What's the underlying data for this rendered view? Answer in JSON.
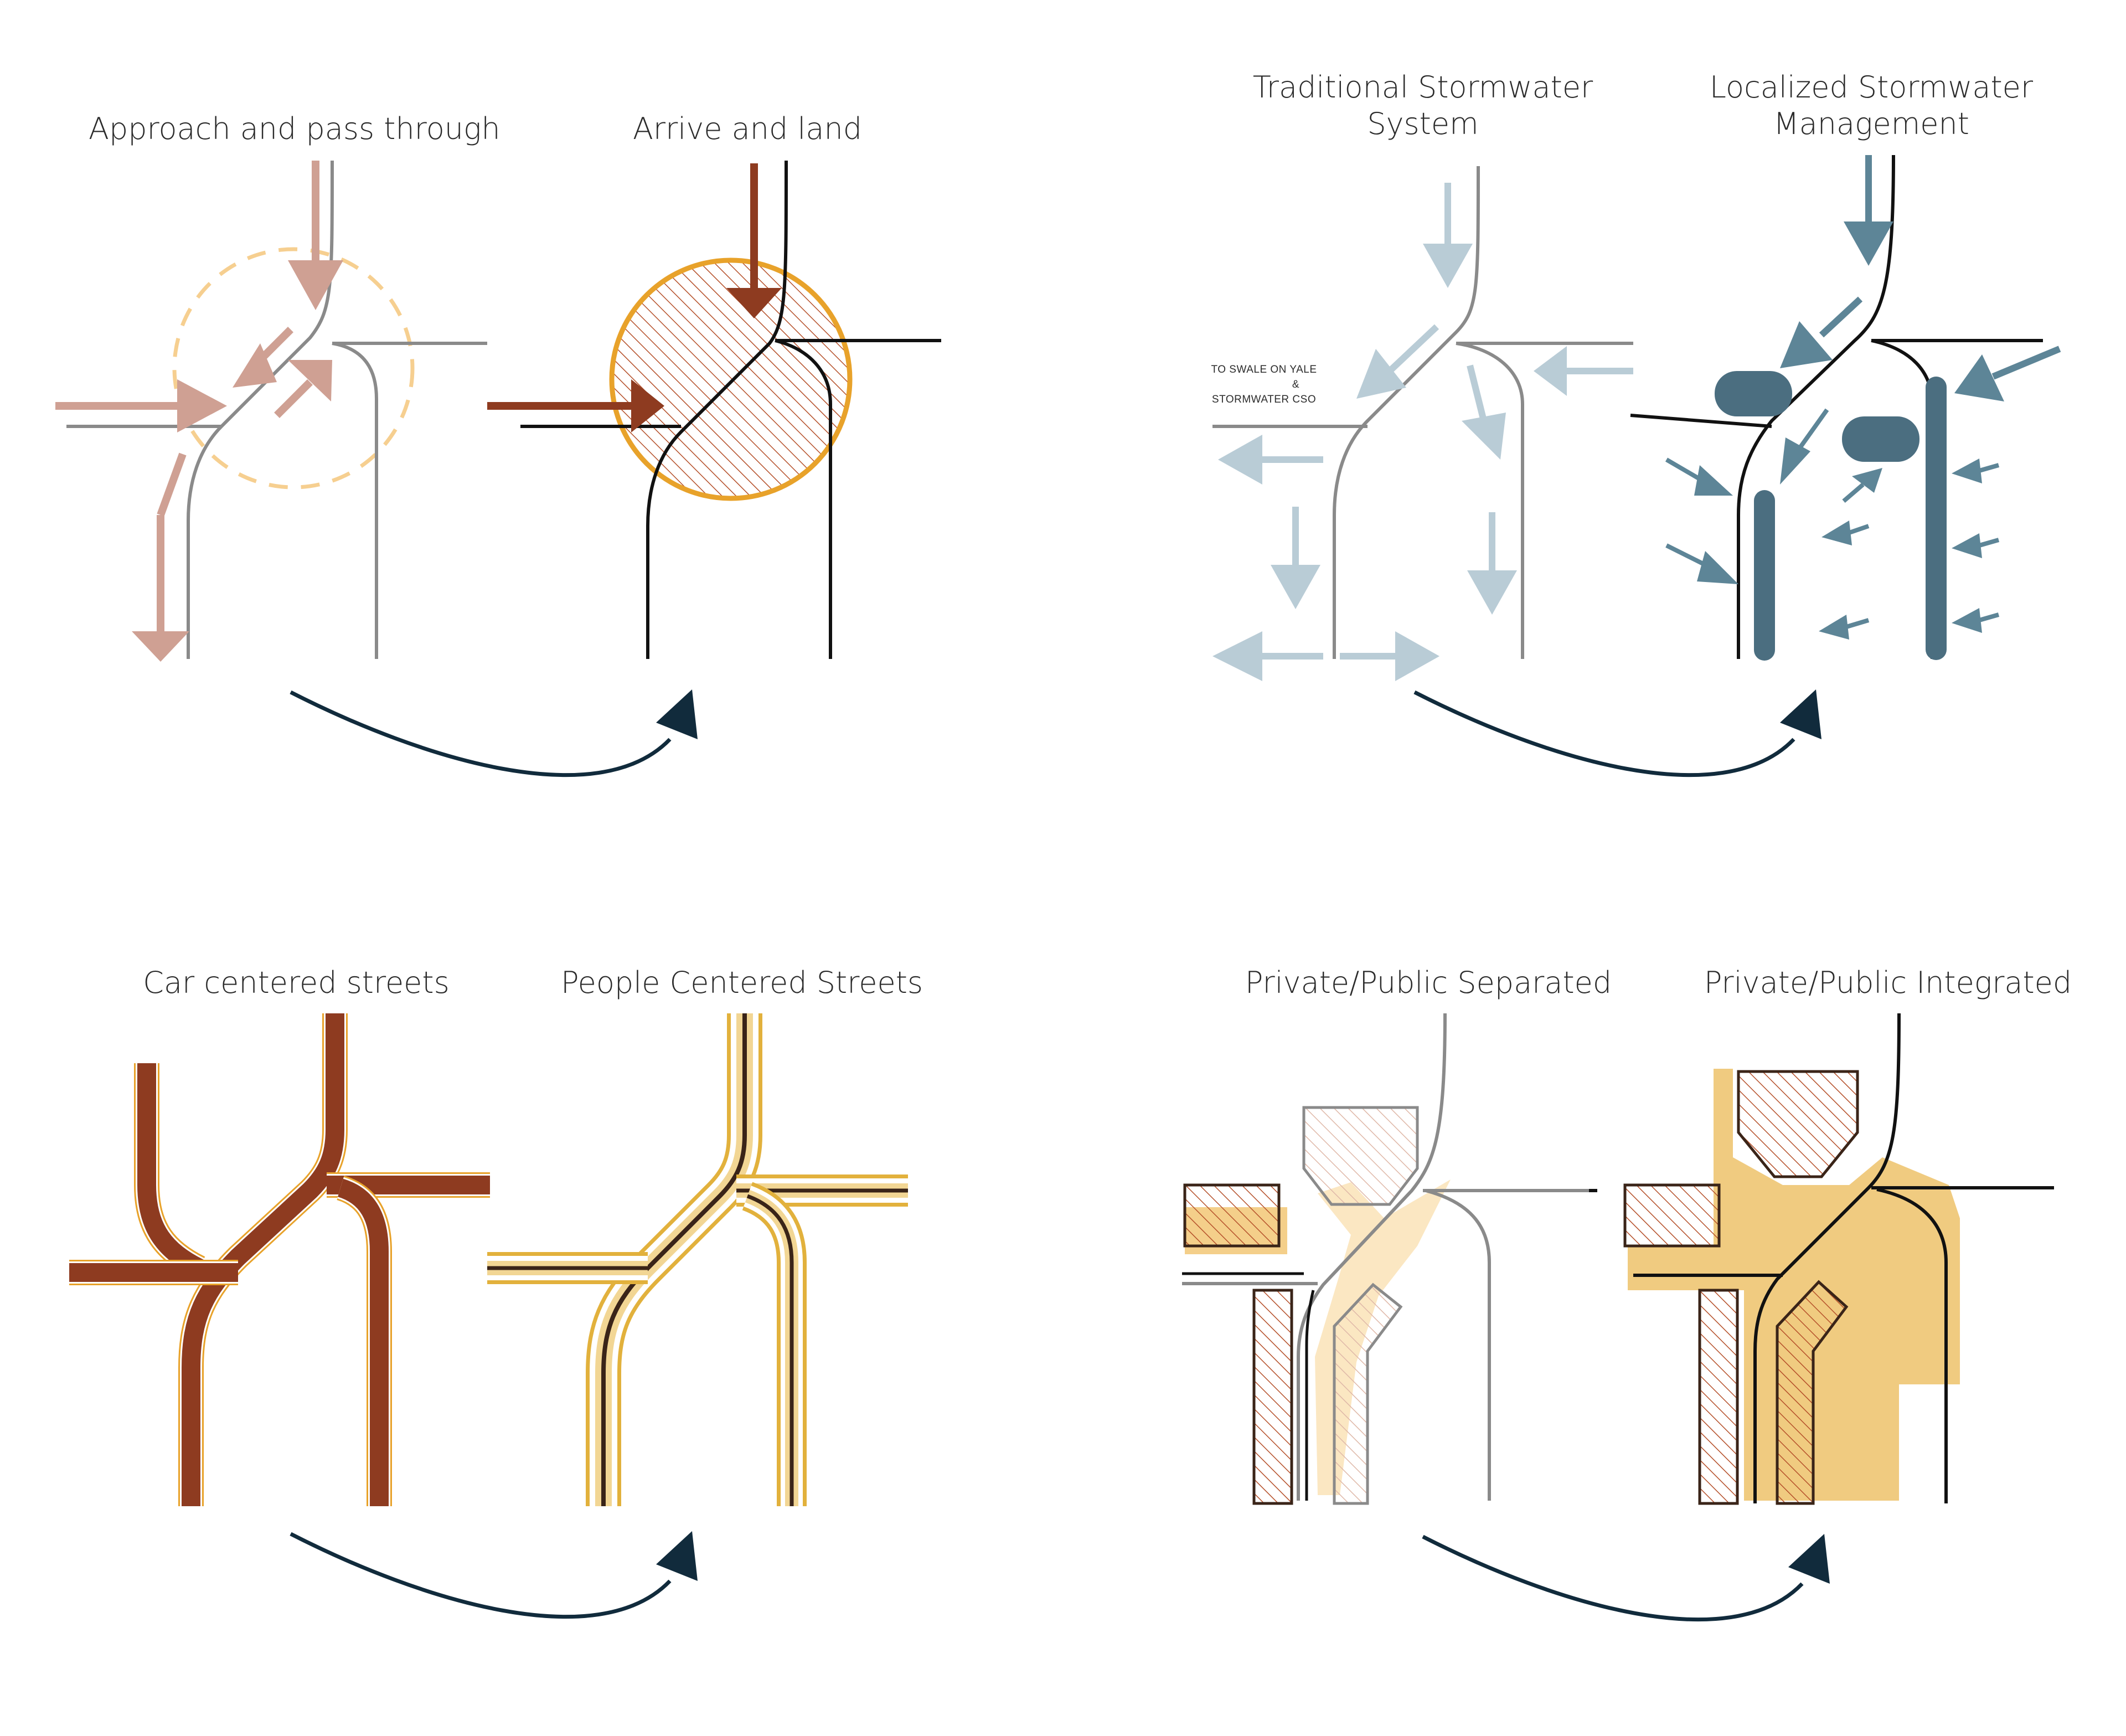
{
  "panels": [
    {
      "id": "movement",
      "labels": {
        "before": "Approach and pass through",
        "after": "Arrive and land"
      }
    },
    {
      "id": "stormwater",
      "labels": {
        "before": "Traditional Stormwater\nSystem",
        "after": "Localized Stormwater\nManagement"
      },
      "annotation": {
        "line1": "TO SWALE ON YALE",
        "line2": "&",
        "line3": "STORMWATER CSO"
      }
    },
    {
      "id": "streets",
      "labels": {
        "before": "Car centered streets",
        "after": "People Centered Streets"
      }
    },
    {
      "id": "public-private",
      "labels": {
        "before": "Private/Public Separated",
        "after": "Private/Public Integrated"
      }
    }
  ],
  "colors": {
    "dusty_rose": "#cfa093",
    "rust": "#8e3b20",
    "orange": "#e8a22a",
    "pale_orange": "#f4cf8a",
    "gray_line": "#8a8a8a",
    "black_line": "#111111",
    "light_blue": "#b9ccd6",
    "slate_blue": "#4b6e80",
    "navy": "#112b3c",
    "gold": "#e2b13c",
    "pale_gold": "#f2d694",
    "cream": "#fbe7c2",
    "sand": "#f0cb80",
    "dark_brown": "#3a2418"
  },
  "icons": [
    "curved-transition-arrow-icon"
  ]
}
